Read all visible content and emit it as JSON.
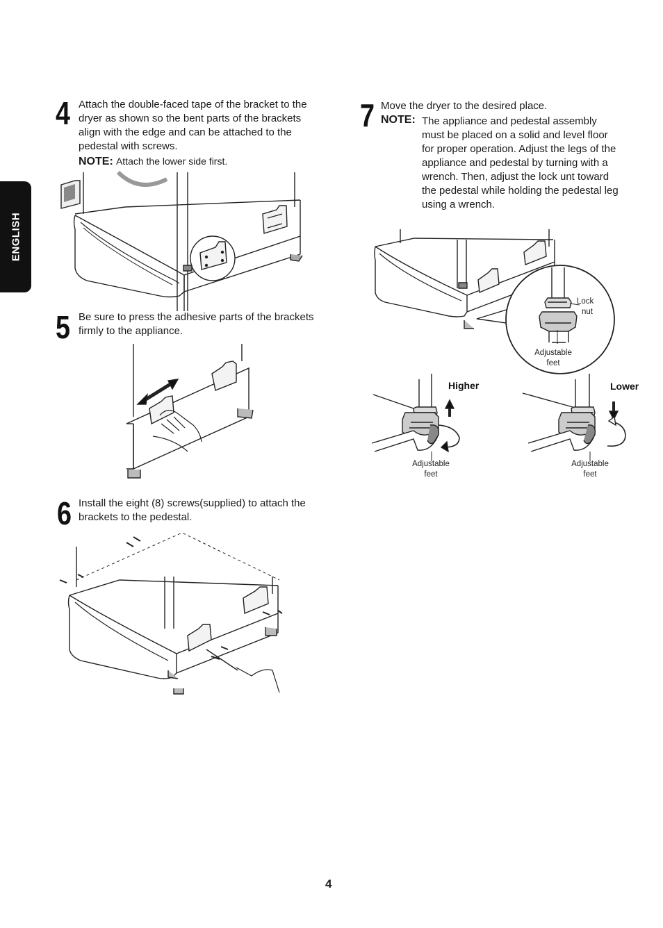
{
  "side_tab": {
    "label": "ENGLISH"
  },
  "steps": [
    {
      "number": "4",
      "lines": [
        "Attach the double-faced tape of the bracket to the",
        "dryer as shown so the bent parts of the brackets",
        "align with the edge and can be attached to the",
        "pedestal with screws."
      ],
      "note_label": "NOTE:",
      "note_text": "Attach the lower side first."
    },
    {
      "number": "5",
      "lines": [
        "Be sure to press the adhesive parts of  the brackets",
        "firmly to the appliance."
      ]
    },
    {
      "number": "6",
      "lines": [
        "Install the eight (8) screws(supplied) to attach the",
        "brackets to the pedestal."
      ]
    },
    {
      "number": "7",
      "lines": [
        "Move the dryer to the desired place."
      ],
      "note_label": "NOTE:",
      "note_lines": [
        "The appliance and pedestal assembly",
        "must be placed on a solid and level floor",
        "for proper operation. Adjust the legs of the",
        "appliance and pedestal by turning with a",
        "wrench. Then, adjust the lock unt toward",
        "the pedestal while holding the pedestal leg",
        "using a wrench."
      ]
    }
  ],
  "labels": {
    "lock_nut": [
      "Lock",
      "nut"
    ],
    "adjustable_feet": [
      "Adjustable",
      "feet"
    ],
    "higher": "Higher",
    "lower": "Lower"
  },
  "page_number": "4"
}
